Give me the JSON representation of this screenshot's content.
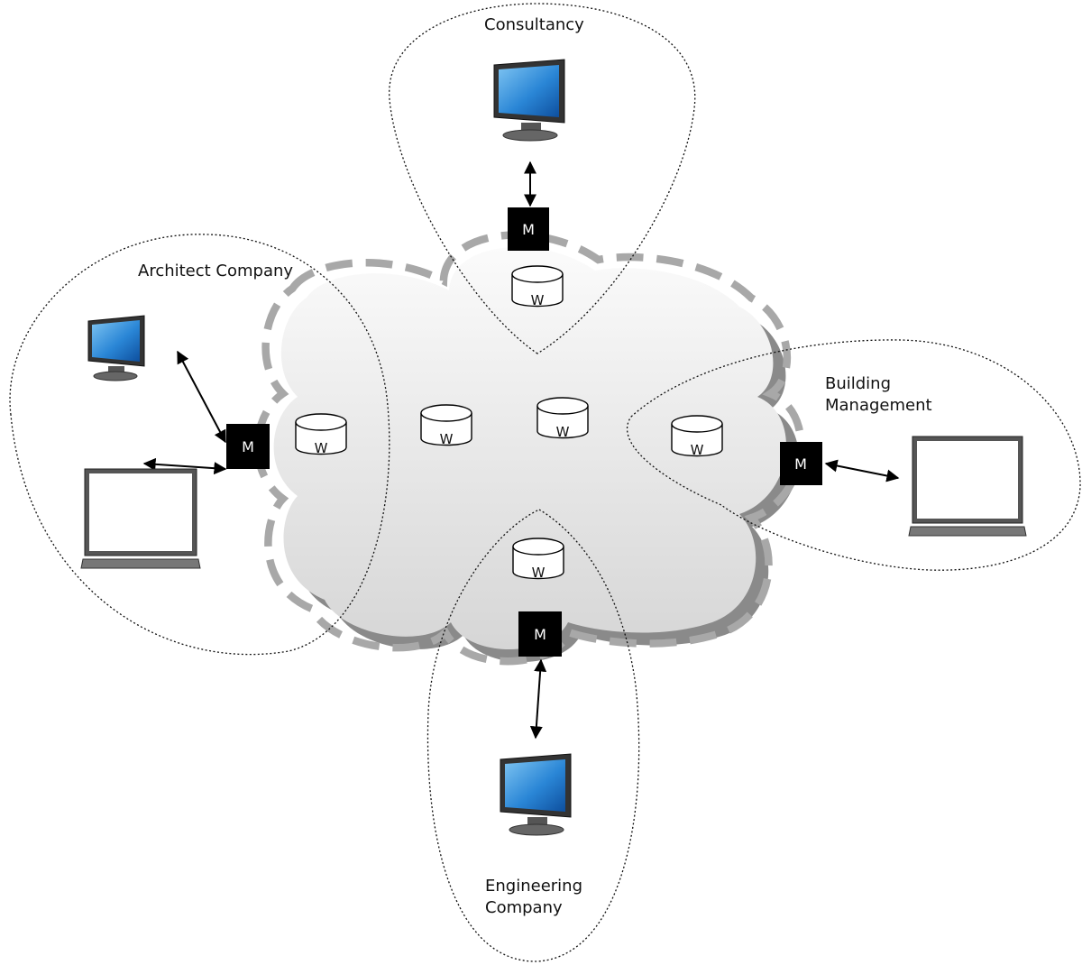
{
  "organizations": [
    {
      "id": "consultancy",
      "lines": [
        "Consultancy"
      ]
    },
    {
      "id": "architect",
      "lines": [
        "Architect Company"
      ]
    },
    {
      "id": "building",
      "lines": [
        "Building",
        "Management"
      ]
    },
    {
      "id": "engineering",
      "lines": [
        "Engineering",
        "Company"
      ]
    }
  ],
  "middleware_label": "M",
  "workspace_label": "W",
  "colors": {
    "cloud_fill": "#e8e8e8",
    "cloud_shadow": "#8a8a8a",
    "cloud_dash": "#a8a8a8",
    "screen_blue": "#2a86d6",
    "middleware": "#000000"
  },
  "icons": [
    "desktop-monitor-icon",
    "laptop-icon",
    "database-cylinder-icon",
    "double-arrow-icon"
  ]
}
